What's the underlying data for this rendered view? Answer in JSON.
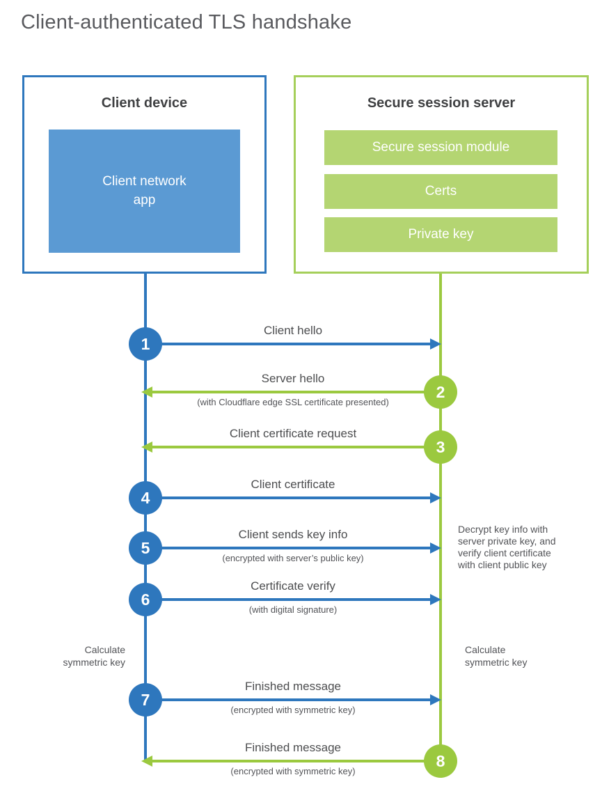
{
  "title": "Client-authenticated TLS handshake",
  "colors": {
    "blue": "#2e77bd",
    "blue_fill": "#5b9ad3",
    "green": "#9bc93f",
    "green_border": "#a5cf5a",
    "green_fill": "#b4d572",
    "title_gray": "#595a5e",
    "heading_dark": "#3f4042",
    "label_gray": "#4c4d4f",
    "note_gray": "#525357"
  },
  "client": {
    "title": "Client device",
    "app_label": "Client network\napp"
  },
  "server": {
    "title": "Secure session server",
    "modules": [
      "Secure session module",
      "Certs",
      "Private key"
    ]
  },
  "steps": [
    {
      "num": "1",
      "label": "Client hello",
      "direction": "right",
      "color": "blue"
    },
    {
      "num": "2",
      "label": "Server hello",
      "sublabel": "(with Cloudflare edge SSL certificate presented)",
      "direction": "left",
      "color": "green"
    },
    {
      "num": "3",
      "label": "Client certificate request",
      "direction": "left",
      "color": "green"
    },
    {
      "num": "4",
      "label": "Client certificate",
      "direction": "right",
      "color": "blue"
    },
    {
      "num": "5",
      "label": "Client sends key info",
      "sublabel": "(encrypted with server’s public key)",
      "direction": "right",
      "color": "blue"
    },
    {
      "num": "6",
      "label": "Certificate verify",
      "sublabel": "(with digital signature)",
      "direction": "right",
      "color": "blue"
    },
    {
      "num": "7",
      "label": "Finished message",
      "sublabel": "(encrypted with symmetric key)",
      "direction": "right",
      "color": "blue"
    },
    {
      "num": "8",
      "label": "Finished message",
      "sublabel": "(encrypted with symmetric key)",
      "direction": "left",
      "color": "green"
    }
  ],
  "notes": {
    "right_note": "Decrypt key info with\nserver private key, and\nverify client certificate\nwith client public key",
    "calc_left": "Calculate\nsymmetric key",
    "calc_right": "Calculate\nsymmetric key"
  }
}
